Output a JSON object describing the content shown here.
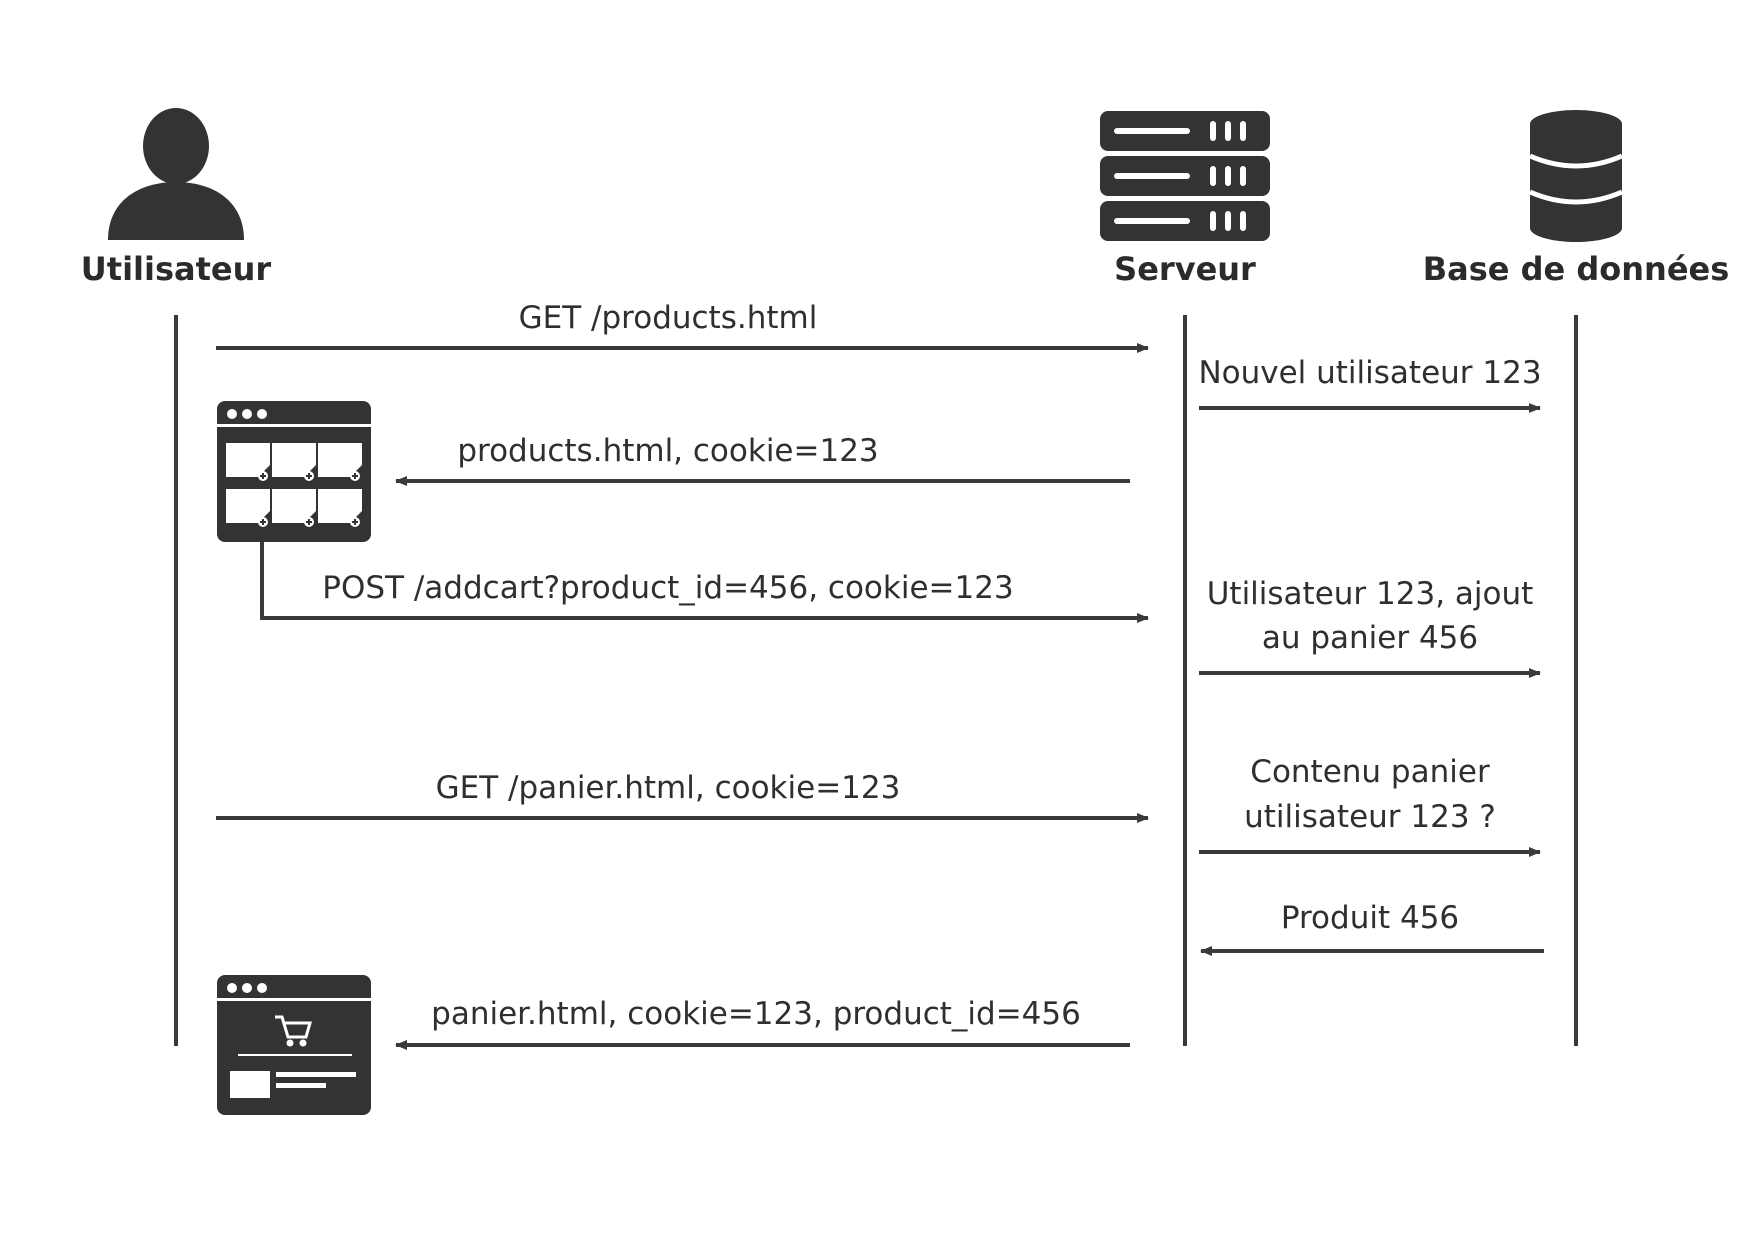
{
  "actors": {
    "user": "Utilisateur",
    "server": "Serveur",
    "database": "Base de données"
  },
  "messages": {
    "m1": "GET /products.html",
    "m2": "Nouvel utilisateur 123",
    "m3": "products.html, cookie=123",
    "m4": "POST /addcart?product_id=456, cookie=123",
    "m5": [
      "Utilisateur 123, ajout",
      "au panier 456"
    ],
    "m6": "GET /panier.html, cookie=123",
    "m7": [
      "Contenu panier",
      "utilisateur 123 ?"
    ],
    "m8": "Produit 456",
    "m9": "panier.html, cookie=123, product_id=456"
  },
  "icons": {
    "user": "user-icon",
    "server": "server-rack-icon",
    "database": "database-icon",
    "products_page": "browser-product-grid-icon",
    "cart_page": "browser-cart-icon"
  },
  "colors": {
    "ink": "#333333",
    "line": "#3a3a3a"
  }
}
